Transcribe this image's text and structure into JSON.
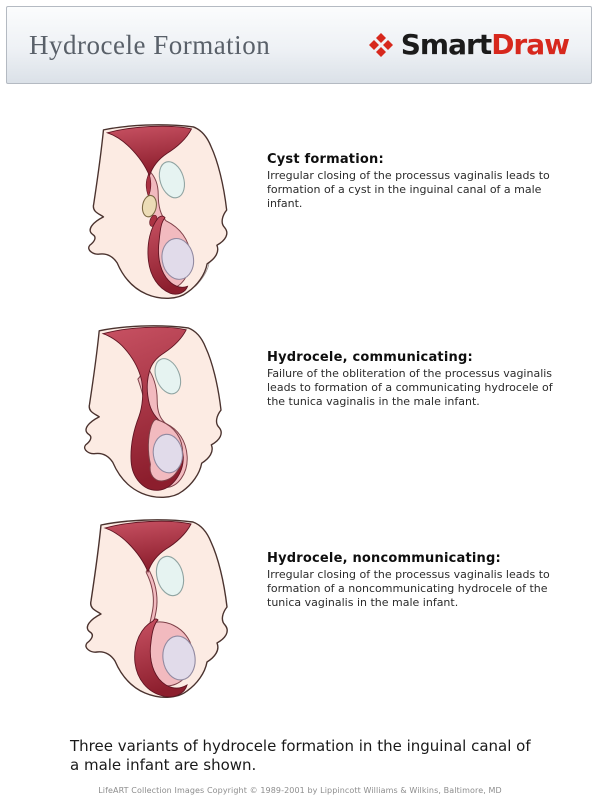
{
  "header": {
    "title": "Hydrocele Formation",
    "logo": {
      "smart": "Smart",
      "draw": "Draw"
    }
  },
  "sections": [
    {
      "heading": "Cyst formation:",
      "body": "Irregular closing of the processus vaginalis leads to formation of a cyst in the inguinal canal of a male infant."
    },
    {
      "heading": "Hydrocele, communicating:",
      "body": "Failure of the obliteration of the processus vaginalis leads to formation of a communicating hydrocele  of the tunica vaginalis in the male infant."
    },
    {
      "heading": "Hydrocele, noncommunicating:",
      "body": "Irregular closing of the processus vaginalis leads to formation of a noncommunicating hydrocele  of the tunica vaginalis in the male infant."
    }
  ],
  "caption": "Three variants of hydrocele formation in the inguinal canal of a male infant are shown.",
  "footer": "LifeART Collection Images Copyright © 1989-2001 by Lippincott Williams & Wilkins, Baltimore, MD",
  "colors": {
    "header_bg_top": "#fbfcfd",
    "header_bg_bottom": "#dbe1e8",
    "header_border": "#b4bac2",
    "title_text": "#596069",
    "logo_black": "#1b1b1b",
    "logo_red": "#d7281d",
    "skin": "#fcebe3",
    "outline": "#4a322e",
    "red_light": "#c85263",
    "red_mid": "#aa3242",
    "red_dark": "#8c1e2d",
    "red_edge": "#5f1422",
    "pink": "#f2babf",
    "pink_stroke": "#7d4048",
    "cyan": "#e6f3f1",
    "cyan_stroke": "#8fa3a1",
    "tan": "#ecdcb6",
    "tan_stroke": "#7a6742",
    "lavender": "#e1dbea",
    "lavender_stroke": "#9189a0",
    "body_text": "#2b2b2b",
    "heading_text": "#0e0e0e",
    "caption_text": "#1a1a1a",
    "footer_text": "#8d8d8d"
  }
}
